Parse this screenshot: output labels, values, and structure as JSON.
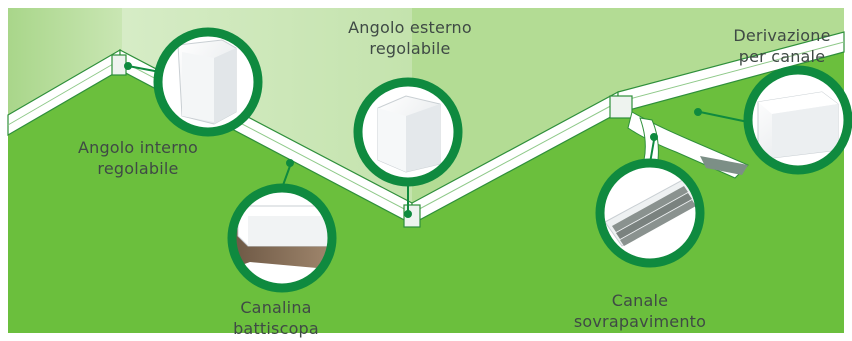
{
  "colors": {
    "floor": "#6bbf3d",
    "wall_left": "#c2e1a8",
    "wall_mid": "#d3eac0",
    "wall_right": "#b3dc94",
    "duct": "#ffffff",
    "duct_edge": "#2e8f3a",
    "ring": "#0f8a3f",
    "text": "#3f4a45"
  },
  "callouts": [
    {
      "id": "angolo-interno",
      "lines": [
        "Angolo interno",
        "regolabile"
      ],
      "icon": "internal-corner-piece"
    },
    {
      "id": "angolo-esterno",
      "lines": [
        "Angolo esterno",
        "regolabile"
      ],
      "icon": "external-corner-piece"
    },
    {
      "id": "derivazione",
      "lines": [
        "Derivazione",
        "per canale"
      ],
      "icon": "junction-box-piece"
    },
    {
      "id": "canalina",
      "lines": [
        "Canalina",
        "battiscopa"
      ],
      "icon": "skirting-duct-piece"
    },
    {
      "id": "canale",
      "lines": [
        "Canale",
        "sovrapavimento"
      ],
      "icon": "floor-duct-piece"
    }
  ]
}
